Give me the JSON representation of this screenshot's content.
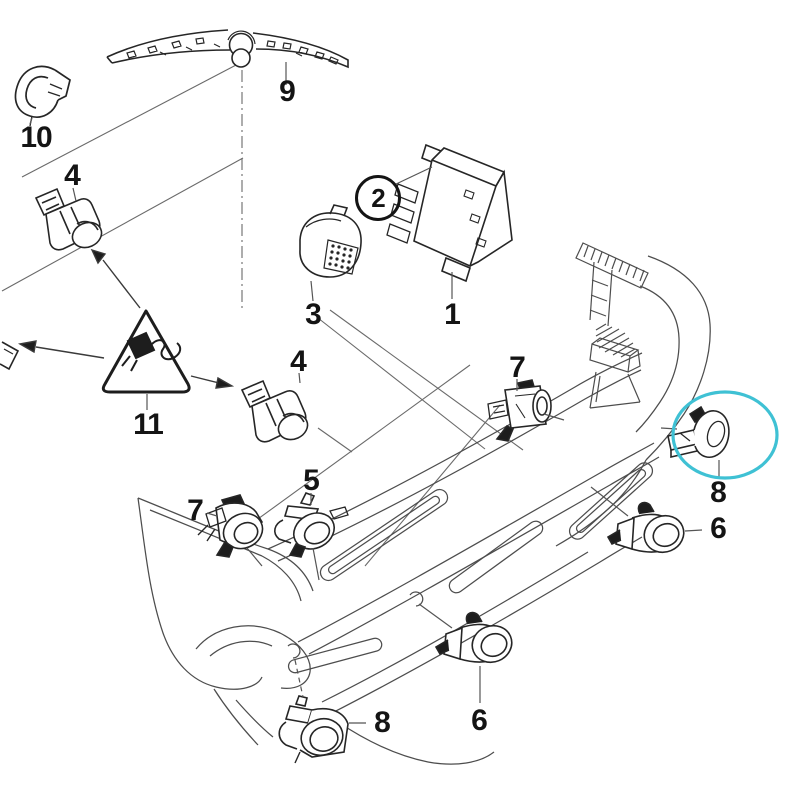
{
  "diagram": {
    "description": "exploded parts line drawing of a rear bumper with park-distance-control sensors",
    "callouts": [
      {
        "label": "9",
        "style": "plain"
      },
      {
        "label": "10",
        "style": "plain"
      },
      {
        "label": "4",
        "style": "plain"
      },
      {
        "label": "2",
        "style": "circled"
      },
      {
        "label": "3",
        "style": "plain"
      },
      {
        "label": "1",
        "style": "plain"
      },
      {
        "label": "11",
        "style": "plain"
      },
      {
        "label": "4",
        "style": "plain"
      },
      {
        "label": "7",
        "style": "plain"
      },
      {
        "label": "5",
        "style": "plain"
      },
      {
        "label": "7",
        "style": "plain"
      },
      {
        "label": "8",
        "style": "highlighted"
      },
      {
        "label": "6",
        "style": "plain"
      },
      {
        "label": "8",
        "style": "plain"
      },
      {
        "label": "6",
        "style": "plain"
      }
    ],
    "highlight": {
      "shape": "ellipse",
      "color": "#3fc1d4"
    },
    "line_color": "#3a3a3a",
    "background": "#ffffff"
  }
}
